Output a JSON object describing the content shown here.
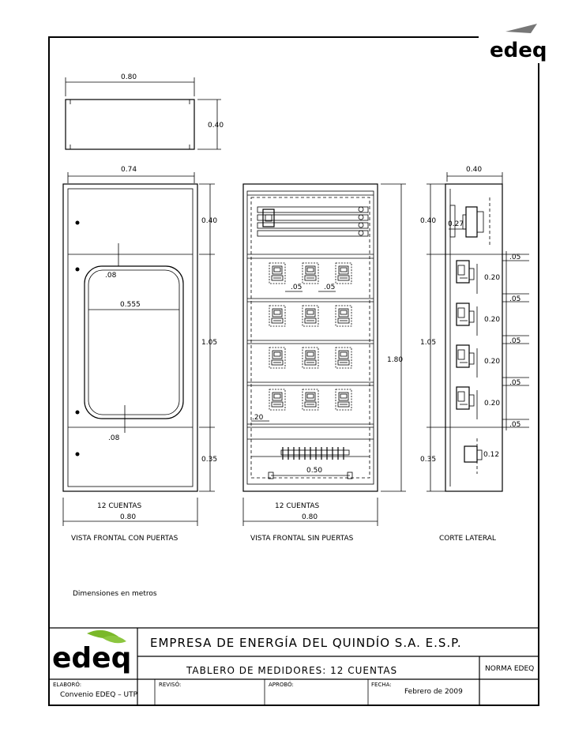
{
  "logo": {
    "text": "edeq",
    "green": "#7ab829",
    "teal": "#1f9a8c",
    "gray": "#555555"
  },
  "top_view": {
    "width": "0.80",
    "depth": "0.40"
  },
  "front_doors": {
    "width_top": "0.74",
    "dim_upper": "0.40",
    "dim_middle": "1.05",
    "dim_lower": "0.35",
    "window_offset_top": ".08",
    "window_width": "0.555",
    "window_offset_bottom": ".08",
    "caption_count": "12  CUENTAS",
    "width_bottom": "0.80",
    "title": "VISTA  FRONTAL  CON  PUERTAS"
  },
  "front_open": {
    "spacing_a": ".05",
    "spacing_b": ".05",
    "height_total": "1.80",
    "offset_left": ".20",
    "bar_width": "0.50",
    "caption_count": "12  CUENTAS",
    "width_bottom": "0.80",
    "title": "VISTA  FRONTAL  SIN  PUERTAS"
  },
  "side_view": {
    "depth_top": "0.40",
    "dim_upper": "0.40",
    "breaker_depth": "0.27",
    "dim_middle": "1.05",
    "dim_lower": "0.35",
    "meter_depth": "0.12",
    "gap_labels": [
      ".05",
      ".05",
      ".05",
      ".05",
      ".05"
    ],
    "row_labels": [
      "0.20",
      "0.20",
      "0.20",
      "0.20"
    ],
    "title": "CORTE  LATERAL"
  },
  "note": "Dimensiones  en  metros",
  "title_block": {
    "company": "EMPRESA  DE  ENERGÍA  DEL  QUINDÍO  S.A.   E.S.P.",
    "drawing": "TABLERO   DE   MEDIDORES:   12   CUENTAS",
    "norma": "NORMA  EDEQ",
    "elaboro_label": "ELABORÓ:",
    "elaboro_value": "Convenio  EDEQ  –  UTP",
    "reviso_label": "REVISÓ:",
    "aprobo_label": "APROBÓ:",
    "fecha_label": "FECHA:",
    "fecha_value": "Febrero  de  2009"
  }
}
